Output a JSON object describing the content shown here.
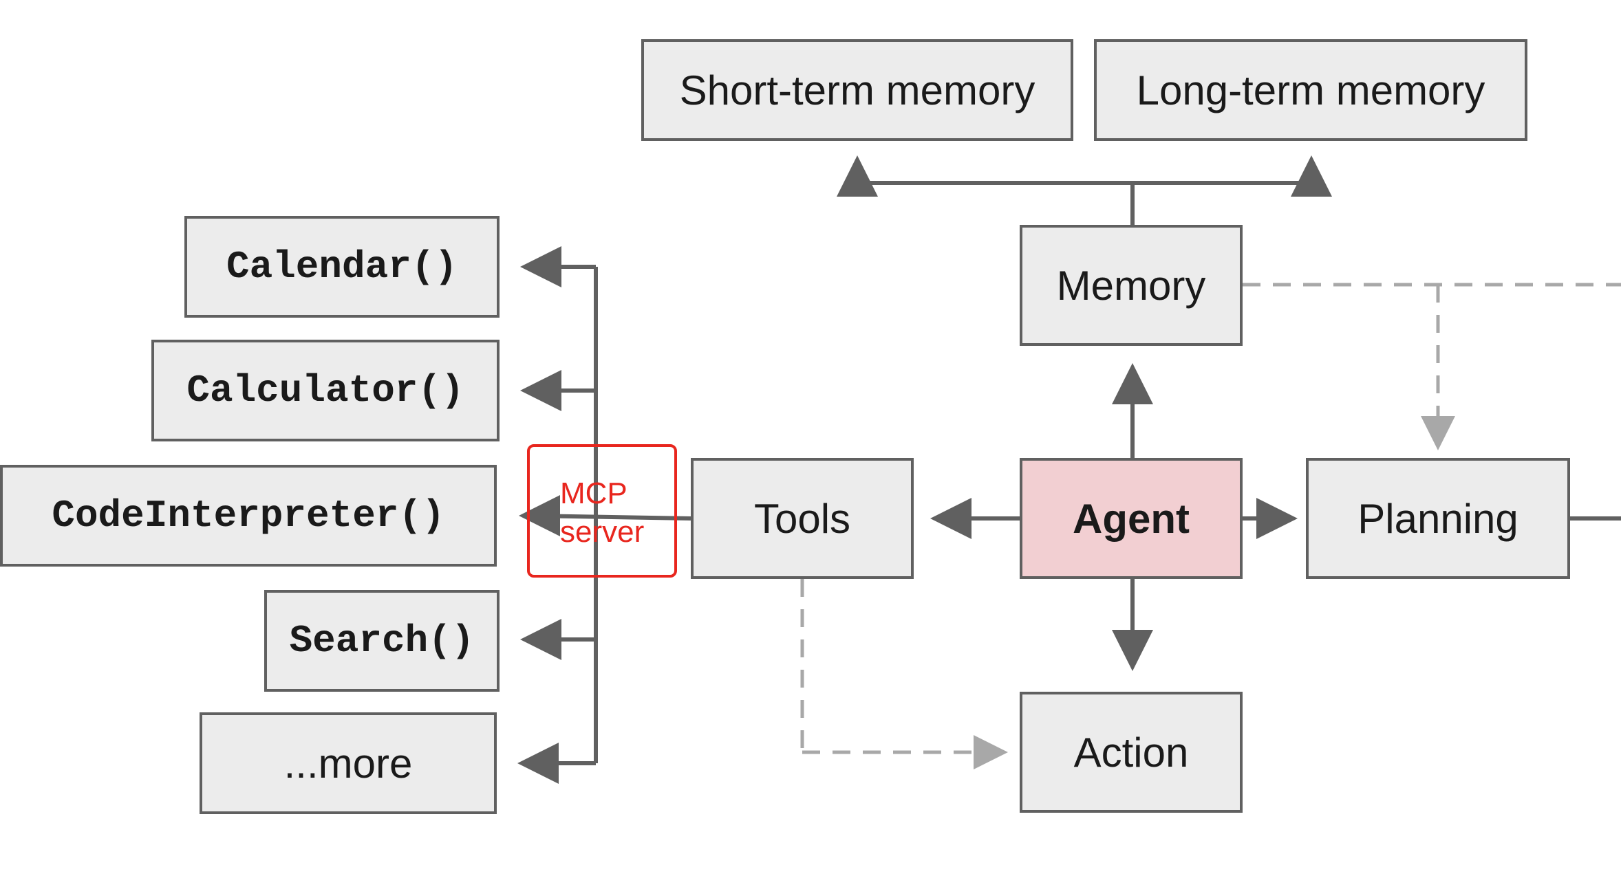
{
  "diagram": {
    "nodes": {
      "short_term_memory": "Short-term memory",
      "long_term_memory": "Long-term memory",
      "memory": "Memory",
      "agent": "Agent",
      "tools": "Tools",
      "planning": "Planning",
      "action": "Action",
      "calendar": "Calendar()",
      "calculator": "Calculator()",
      "code_interpreter": "CodeInterpreter()",
      "search": "Search()",
      "more": "...more"
    },
    "mcp_label_line1": "MCP",
    "mcp_label_line2": "server"
  },
  "colors": {
    "box_fill": "#ececec",
    "box_border": "#606060",
    "agent_fill": "#f2cfd2",
    "arrow": "#606060",
    "dashed_arrow": "#a8a8a8",
    "highlight": "#e8261e"
  }
}
